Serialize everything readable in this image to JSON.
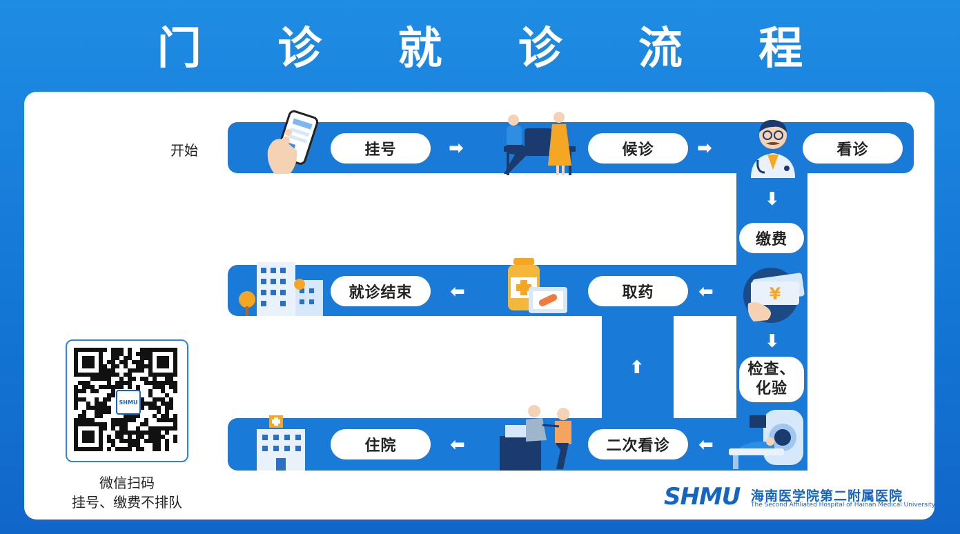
{
  "title": "门 诊 就 诊 流 程",
  "start_label": "开始",
  "steps": {
    "register": "挂号",
    "wait": "候诊",
    "consult": "看诊",
    "pay": "缴费",
    "exam_line1": "检查、",
    "exam_line2": "化验",
    "second_consult": "二次看诊",
    "get_medicine": "取药",
    "end": "就诊结束",
    "hospitalize": "住院"
  },
  "qr": {
    "badge": "SHMU",
    "caption_line1": "微信扫码",
    "caption_line2": "挂号、缴费不排队"
  },
  "logo": {
    "mark": "SHMU",
    "name_cn": "海南医学院第二附属医院",
    "name_en": "The Second Affiliated Hospital of Hainan Medical University"
  },
  "colors": {
    "background": "#1377d6",
    "lane": "#1a7ad8",
    "pill": "#ffffff",
    "accent_orange": "#f5a623"
  }
}
